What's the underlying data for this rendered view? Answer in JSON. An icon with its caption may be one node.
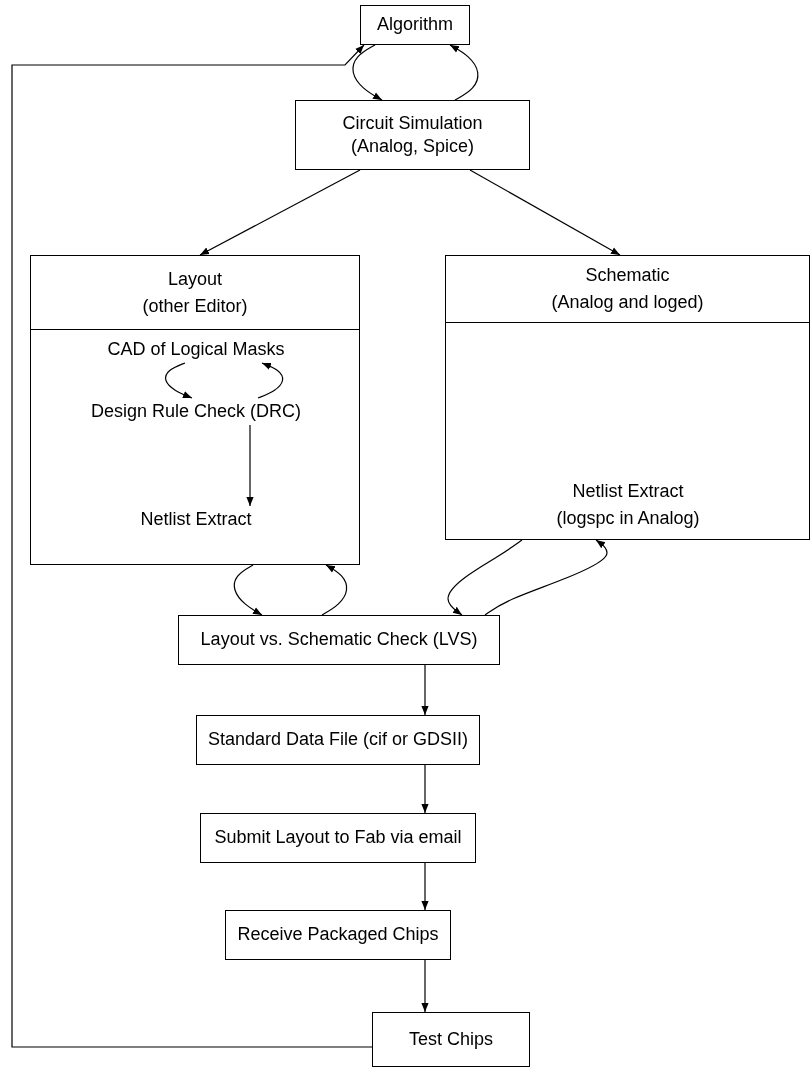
{
  "diagram": {
    "nodes": [
      {
        "text": [
          "Algorithm"
        ]
      },
      {
        "text": [
          "Circuit Simulation (Analog, Spice)"
        ]
      },
      {
        "text": [
          "Layout",
          "(other Editor)"
        ]
      },
      {
        "text": [
          "CAD of Logical Masks"
        ],
        "in": 2
      },
      {
        "text": [
          "Design Rule Check (DRC)"
        ],
        "in": 2
      },
      {
        "text": [
          "Netlist Extract"
        ],
        "in": 2
      },
      {
        "text": [
          "Schematic",
          "(Analog and loged)"
        ]
      },
      {
        "text": [
          "Netlist Extract",
          "(logspc in Analog)"
        ],
        "in": 6
      },
      {
        "text": [
          "Layout vs. Schematic Check (LVS)"
        ]
      },
      {
        "text": [
          "Standard Data File (cif or GDSII)"
        ]
      },
      {
        "text": [
          "Submit Layout to Fab via email"
        ]
      },
      {
        "text": [
          "Receive Packaged Chips"
        ]
      },
      {
        "text": [
          "Test Chips"
        ]
      }
    ],
    "edges": [
      {
        "from": 0,
        "to": 1,
        "arrow": "to"
      },
      {
        "from": 1,
        "to": 0,
        "arrow": "to"
      },
      {
        "from": 1,
        "to": 2,
        "arrow": "to"
      },
      {
        "from": 1,
        "to": 6,
        "arrow": "to"
      },
      {
        "from": 3,
        "to": 4,
        "arrow": "to"
      },
      {
        "from": 4,
        "to": 3,
        "arrow": "to"
      },
      {
        "from": 4,
        "to": 5,
        "arrow": "to"
      },
      {
        "from": 2,
        "to": 8,
        "arrow": "to"
      },
      {
        "from": 8,
        "to": 2,
        "arrow": "to"
      },
      {
        "from": 6,
        "to": 8,
        "arrow": "to"
      },
      {
        "from": 8,
        "to": 6,
        "arrow": "to"
      },
      {
        "from": 8,
        "to": 9,
        "arrow": "to"
      },
      {
        "from": 9,
        "to": 10,
        "arrow": "to"
      },
      {
        "from": 10,
        "to": 11,
        "arrow": "to"
      },
      {
        "from": 11,
        "to": 12,
        "arrow": "to"
      },
      {
        "from": 12,
        "to": 0,
        "arrow": "to"
      }
    ]
  }
}
